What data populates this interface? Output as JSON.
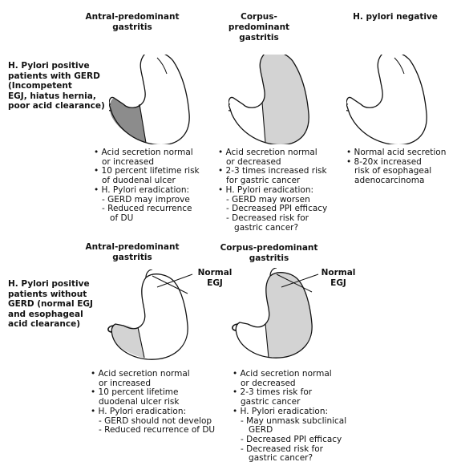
{
  "headers": {
    "top_antral": [
      "Antral-predominant",
      "gastritis"
    ],
    "top_corpus": [
      "Corpus-predominant",
      "gastritis"
    ],
    "top_negative": [
      "H. pylori negative"
    ],
    "bottom_antral": [
      "Antral-predominant",
      "gastritis"
    ],
    "bottom_corpus": [
      "Corpus-predominant",
      "gastritis"
    ]
  },
  "row_labels": {
    "with_gerd": [
      "H. Pylori positive",
      "patients with GERD",
      "(Incompetent",
      "EGJ, hiatus hernia,",
      "poor acid clearance)"
    ],
    "without_gerd": [
      "H. Pylori positive",
      "patients without",
      "GERD (normal EGJ",
      "and esophageal",
      "acid clearance)"
    ]
  },
  "egj_label": [
    "Normal",
    "EGJ"
  ],
  "notes": {
    "top_antral": [
      "• Acid secretion normal",
      "   or increased",
      "• 10 percent lifetime risk",
      "   of duodenal ulcer",
      "• H. Pylori eradication:",
      "   - GERD may improve",
      "   - Reduced recurrence",
      "      of DU"
    ],
    "top_corpus": [
      "• Acid secretion normal",
      "   or decreased",
      "• 2-3 times increased risk",
      "   for gastric cancer",
      "• H. Pylori eradication:",
      "   - GERD may worsen",
      "   - Decreased PPI efficacy",
      "   - Decreased risk for",
      "      gastric cancer?"
    ],
    "top_negative": [
      "• Normal acid secretion",
      "• 8-20x increased",
      "   risk of esophageal",
      "   adenocarcinoma"
    ],
    "bottom_antral": [
      "• Acid secretion normal",
      "   or increased",
      "• 10 percent lifetime",
      "   duodenal ulcer risk",
      "• H. Pylori eradication:",
      "   - GERD should not develop",
      "   - Reduced recurrence of DU"
    ],
    "bottom_corpus": [
      "• Acid secretion normal",
      "   or decreased",
      "• 2-3 times risk for",
      "   gastric cancer",
      "• H. Pylori eradication:",
      "   - May unmask subclinical",
      "      GERD",
      "   - Decreased PPI efficacy",
      "   - Decreased risk for",
      "      gastric cancer?"
    ]
  },
  "colors": {
    "corpus_shade": "#d3d3d3",
    "antral_shade_top": "#8c8c8c",
    "antral_shade_bottom": "#d3d3d3",
    "outline": "#111111"
  }
}
